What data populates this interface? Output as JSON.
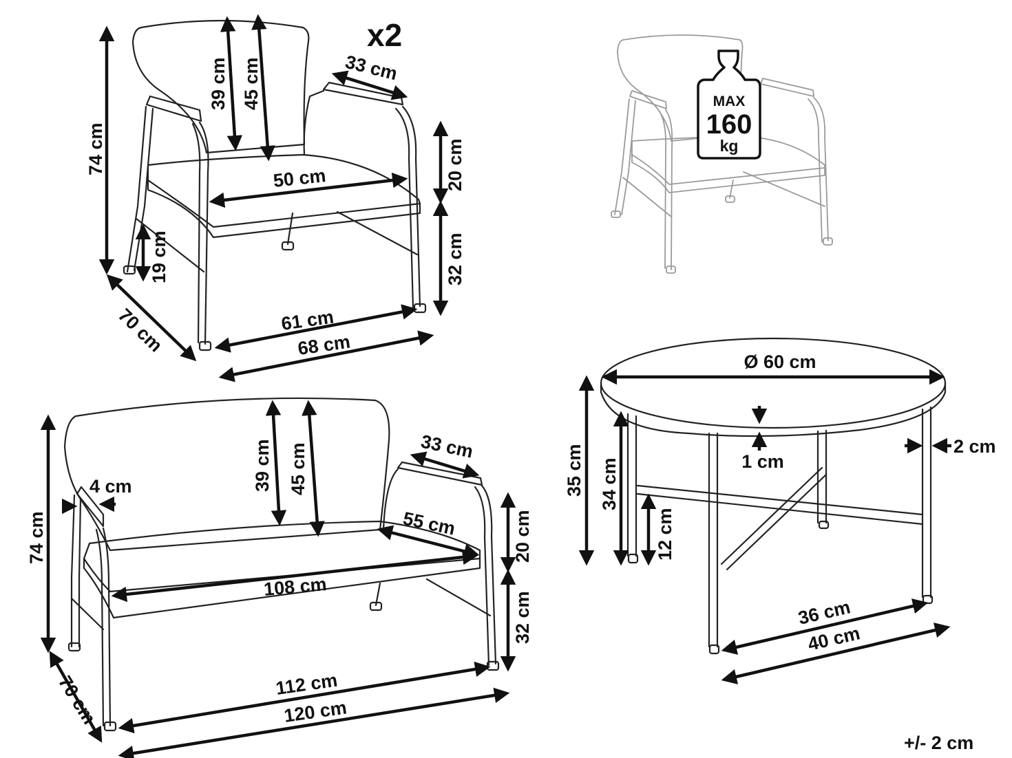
{
  "armchair": {
    "quantity": "x2",
    "height": "74 cm",
    "back_height": "39 cm",
    "back_height_total": "45 cm",
    "armrest_length": "33 cm",
    "seat_width": "50 cm",
    "arm_height": "20 cm",
    "seat_height": "32 cm",
    "stretcher_height": "19 cm",
    "depth": "70 cm",
    "inner_width": "61 cm",
    "outer_width": "68 cm"
  },
  "load": {
    "max_label": "MAX",
    "max_value": "160",
    "max_unit": "kg"
  },
  "table": {
    "diameter": "Ø 60 cm",
    "height": "35 cm",
    "leg_height": "34 cm",
    "stretcher_height": "12 cm",
    "top_thickness": "1 cm",
    "leg_thickness": "2 cm",
    "inner_span": "36 cm",
    "outer_span": "40 cm"
  },
  "sofa": {
    "height": "74 cm",
    "back_height": "39 cm",
    "back_height_total": "45 cm",
    "armrest_length": "33 cm",
    "armrest_width": "4 cm",
    "seat_depth": "55 cm",
    "seat_width": "108 cm",
    "arm_height": "20 cm",
    "seat_height": "32 cm",
    "depth": "70 cm",
    "inner_width": "112 cm",
    "outer_width": "120 cm"
  },
  "tolerance": "+/- 2 cm"
}
